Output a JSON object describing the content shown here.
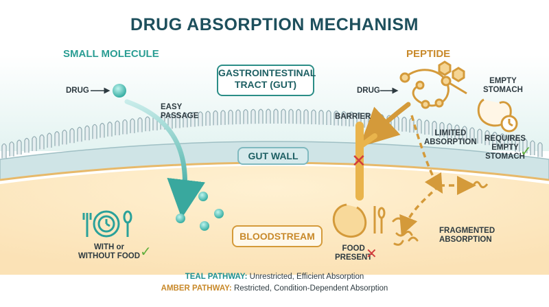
{
  "title": "DRUG ABSORPTION MECHANISM",
  "left": {
    "heading": "SMALL MOLECULE",
    "drug_label": "DRUG",
    "passage_line1": "EASY",
    "passage_line2": "PASSAGE",
    "food_line1": "WITH or",
    "food_line2": "WITHOUT FOOD"
  },
  "center": {
    "tract_line1": "GASTROINTESTINAL",
    "tract_line2": "TRACT (GUT)",
    "gut_wall": "GUT WALL",
    "bloodstream": "BLOODSTREAM"
  },
  "right": {
    "heading": "PEPTIDE",
    "drug_label": "DRUG",
    "barrier": "BARRIER",
    "limited_line1": "LIMITED",
    "limited_line2": "ABSORPTION",
    "empty_line1": "EMPTY",
    "empty_line2": "STOMACH",
    "requires_line1": "REQUIRES",
    "requires_line2": "EMPTY",
    "requires_line3": "STOMACH",
    "food_line1": "FOOD",
    "food_line2": "PRESENT",
    "fragment_line1": "FRAGMENTED",
    "fragment_line2": "ABSORPTION"
  },
  "legend": {
    "teal_key": "TEAL PATHWAY:",
    "teal_text": "Unrestricted, Efficient Absorption",
    "amber_key": "AMBER PATHWAY:",
    "amber_text": "Restricted, Condition-Dependent Absorption"
  },
  "symbols": {
    "check": "✓",
    "cross": "✕"
  },
  "colors": {
    "teal": "#2a9d93",
    "amber": "#d49a3a",
    "title": "#1d4f5c",
    "check": "#5fae3c",
    "cross": "#d23c3c"
  },
  "icons": [
    "arrow-icon",
    "drug-molecule-icon",
    "peptide-chain-icon",
    "plate-clock-icon",
    "stomach-food-icon",
    "stomach-clock-icon",
    "check-icon",
    "cross-icon",
    "fragment-icon"
  ]
}
